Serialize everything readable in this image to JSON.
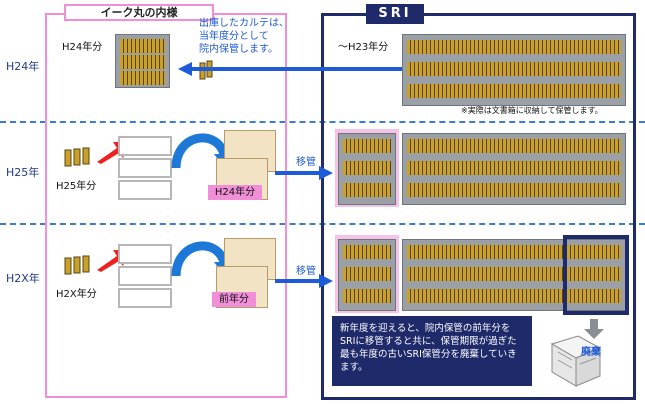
{
  "rows": {
    "r1": "H24年",
    "r2": "H25年",
    "r3": "H2X年"
  },
  "left_panel": {
    "title": "イーク丸の内様",
    "r1_label": "H24年分",
    "r1_note_lines": [
      "出庫したカルテは、",
      "当年度分として",
      "院内保管します。"
    ],
    "r2_label": "H25年分",
    "r2_box_label": "H24年分",
    "r3_label": "H2X年分",
    "r3_box_label": "前年分"
  },
  "right_panel": {
    "title": "SRI",
    "r1_label": "～H23年分",
    "r1_note": "※実際は文書箱に収納して保管します。",
    "info_note_lines": [
      "新年度を迎えると、院内保管の前年分を",
      "SRIに移管すると共に、保管期限が過ぎた",
      "最も年度の古いSRI保管分を廃棄していき",
      "ます。"
    ],
    "discard_label": "廃棄"
  },
  "transfer_label": "移管",
  "colors": {
    "pink_border": "#f08fd8",
    "navy": "#1f2a6b",
    "blue_arrow": "#1e5bd8",
    "red_arrow": "#ee2222"
  }
}
